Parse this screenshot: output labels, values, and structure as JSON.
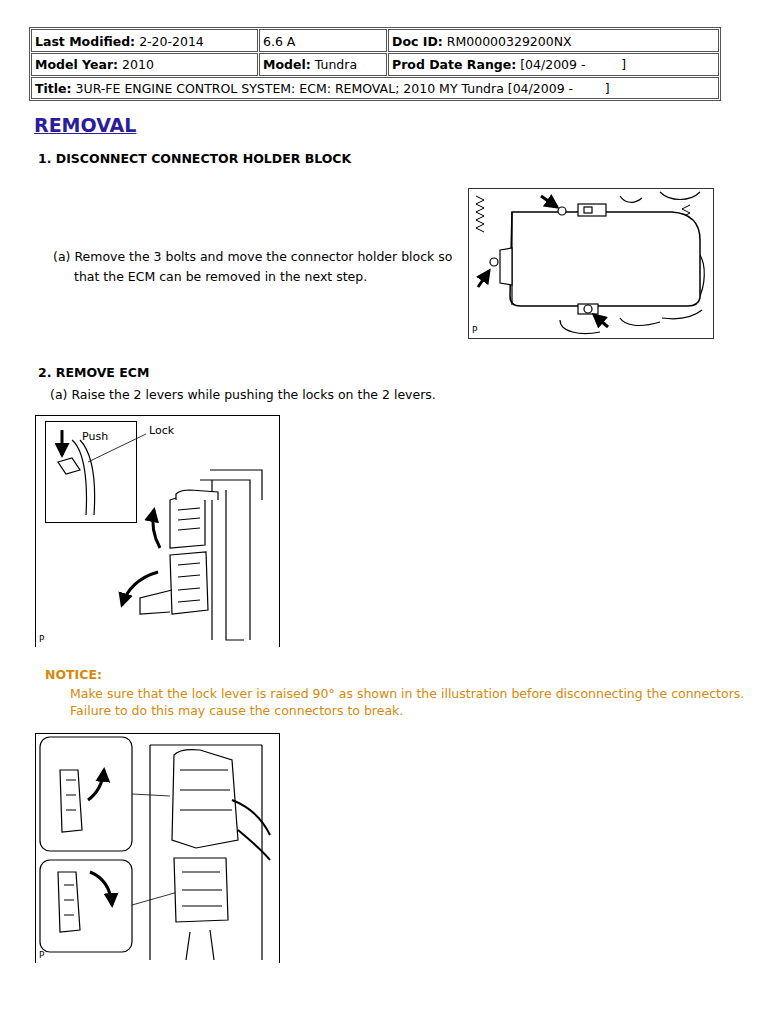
{
  "diagram": {
    "title": "REMOVAL",
    "nodes": [
      {
        "text": [
          "P"
        ]
      },
      {
        "text": [
          "Lock",
          "P"
        ]
      },
      {
        "text": [
          "Push"
        ],
        "in": 1
      },
      {
        "text": [
          "P"
        ]
      }
    ],
    "labels": [
      "Last Modified:",
      "2-20-2014",
      "6.6 A",
      "Doc ID:",
      "RM00000329200NX",
      "Model Year:",
      "2010",
      "Model:",
      "Tundra",
      "Prod Date Range:",
      "[04/2009 -         ]",
      "Title:",
      "3UR-FE ENGINE CONTROL SYSTEM: ECM: REMOVAL; 2010 MY Tundra [04/2009 -        ]",
      "1. DISCONNECT CONNECTOR HOLDER BLOCK",
      "(a) Remove the 3 bolts and move the connector holder block so that the ECM can be removed in the next step.",
      "2. REMOVE ECM",
      "(a) Raise the 2 levers while pushing the locks on the 2 levers.",
      "NOTICE:",
      "Make sure that the lock lever is raised 90° as shown in the illustration before disconnecting the connectors. Failure to do this may cause the connectors to break."
    ]
  }
}
